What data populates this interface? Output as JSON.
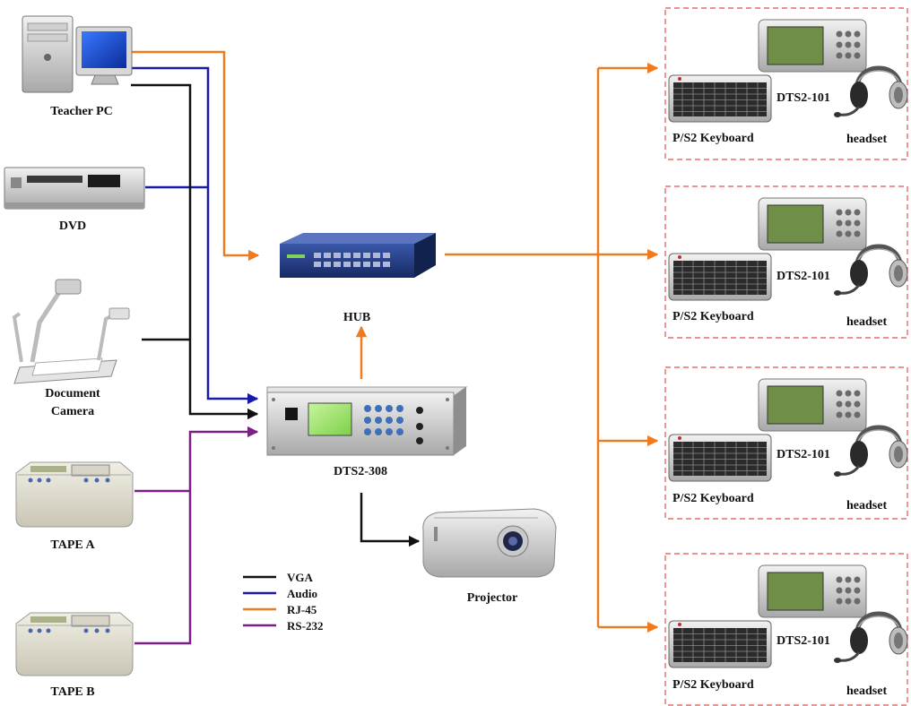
{
  "colors": {
    "vga": "#111111",
    "audio": "#1a1aa8",
    "rj45": "#f07a1e",
    "rs232": "#7a1f86",
    "station_border": "#e05050"
  },
  "devices": {
    "teacher_pc": "Teacher PC",
    "dvd": "DVD",
    "document_camera_line1": "Document",
    "document_camera_line2": "Camera",
    "tape_a": "TAPE A",
    "tape_b": "TAPE B",
    "hub": "HUB",
    "controller": "DTS2-308",
    "projector": "Projector"
  },
  "stations": [
    {
      "unit": "DTS2-101",
      "keyboard": "P/S2 Keyboard",
      "headset": "headset"
    },
    {
      "unit": "DTS2-101",
      "keyboard": "P/S2 Keyboard",
      "headset": "headset"
    },
    {
      "unit": "DTS2-101",
      "keyboard": "P/S2 Keyboard",
      "headset": "headset"
    },
    {
      "unit": "DTS2-101",
      "keyboard": "P/S2 Keyboard",
      "headset": "headset"
    }
  ],
  "legend": [
    {
      "label": "VGA",
      "color": "#111111"
    },
    {
      "label": "Audio",
      "color": "#1a1aa8"
    },
    {
      "label": "RJ-45",
      "color": "#f07a1e"
    },
    {
      "label": "RS-232",
      "color": "#7a1f86"
    }
  ]
}
